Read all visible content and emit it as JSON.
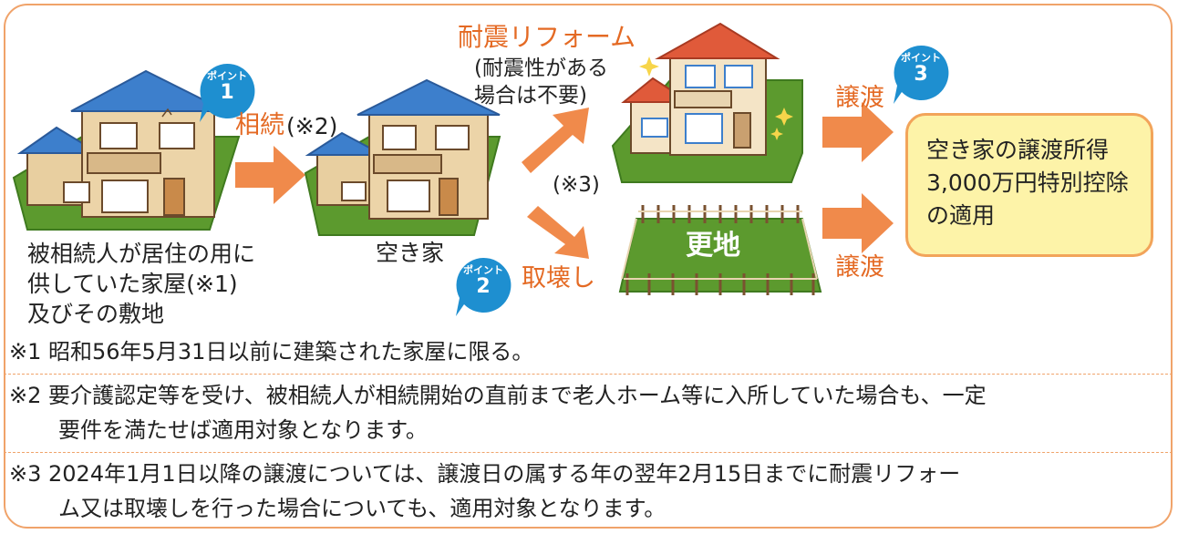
{
  "colors": {
    "accent": "#e46a24",
    "frame": "#f0a36a",
    "badge": "#1e8fd0",
    "arrow": "#f08a4b",
    "result_bg": "#fdf3a8",
    "lawn": "#5c9a2e"
  },
  "icons": [
    "house-icon",
    "badge-icon",
    "arrow-icon",
    "sparkle-icon",
    "fence-icon"
  ],
  "labels": {
    "point": "ポイント",
    "point1": "1",
    "point2": "2",
    "point3": "3",
    "inherit_main": "相続",
    "inherit_note": "(※2)",
    "reform": "耐震リフォーム",
    "reform_note_1": "(耐震性がある",
    "reform_note_2": "場合は不要)",
    "note3": "(※3)",
    "transfer_top": "譲渡",
    "transfer_bottom": "譲渡",
    "demolish": "取壊し",
    "vacant_lot": "更地",
    "vacant_house": "空き家",
    "origin_line1": "被相続人が居住の用に",
    "origin_line2": "供していた家屋(※1)",
    "origin_line3": "及びその敷地",
    "result_line1": "空き家の譲渡所得",
    "result_line2": "3,000万円特別控除",
    "result_line3": "の適用"
  },
  "notes": {
    "n1": "※1 昭和56年5月31日以前に建築された家屋に限る。",
    "n2a": "※2 要介護認定等を受け、被相続人が相続開始の直前まで老人ホーム等に入所していた場合も、一定",
    "n2b": "要件を満たせば適用対象となります。",
    "n3a": "※3 2024年1月1日以降の譲渡については、譲渡日の属する年の翌年2月15日までに耐震リフォー",
    "n3b": "ム又は取壊しを行った場合についても、適用対象となります。"
  }
}
